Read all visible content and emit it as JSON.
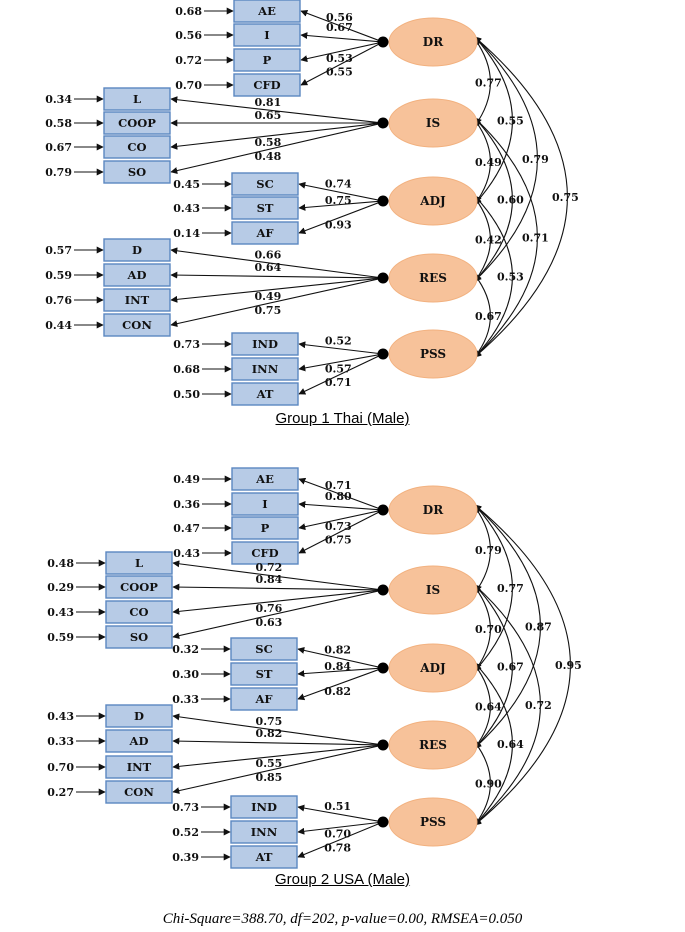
{
  "groups": [
    {
      "title": "Group 1 Thai (Male)",
      "factors": [
        {
          "name": "DR",
          "indicators": [
            {
              "name": "AE",
              "err": "0.68",
              "load": "0.56"
            },
            {
              "name": "I",
              "err": "0.56",
              "load": "0.67"
            },
            {
              "name": "P",
              "err": "0.72",
              "load": "0.53"
            },
            {
              "name": "CFD",
              "err": "0.70",
              "load": "0.55"
            }
          ]
        },
        {
          "name": "IS",
          "indicators": [
            {
              "name": "L",
              "err": "0.34",
              "load": "0.81"
            },
            {
              "name": "COOP",
              "err": "0.58",
              "load": "0.65"
            },
            {
              "name": "CO",
              "err": "0.67",
              "load": "0.58"
            },
            {
              "name": "SO",
              "err": "0.79",
              "load": "0.48"
            }
          ]
        },
        {
          "name": "ADJ",
          "indicators": [
            {
              "name": "SC",
              "err": "0.45",
              "load": "0.74"
            },
            {
              "name": "ST",
              "err": "0.43",
              "load": "0.75"
            },
            {
              "name": "AF",
              "err": "0.14",
              "load": "0.93"
            }
          ]
        },
        {
          "name": "RES",
          "indicators": [
            {
              "name": "D",
              "err": "0.57",
              "load": "0.66"
            },
            {
              "name": "AD",
              "err": "0.59",
              "load": "0.64"
            },
            {
              "name": "INT",
              "err": "0.76",
              "load": "0.49"
            },
            {
              "name": "CON",
              "err": "0.44",
              "load": "0.75"
            }
          ]
        },
        {
          "name": "PSS",
          "indicators": [
            {
              "name": "IND",
              "err": "0.73",
              "load": "0.52"
            },
            {
              "name": "INN",
              "err": "0.68",
              "load": "0.57"
            },
            {
              "name": "AT",
              "err": "0.50",
              "load": "0.71"
            }
          ]
        }
      ],
      "correlations": [
        {
          "from": "DR",
          "to": "IS",
          "value": "0.77"
        },
        {
          "from": "IS",
          "to": "ADJ",
          "value": "0.49"
        },
        {
          "from": "ADJ",
          "to": "RES",
          "value": "0.42"
        },
        {
          "from": "RES",
          "to": "PSS",
          "value": "0.67"
        },
        {
          "from": "DR",
          "to": "ADJ",
          "value": "0.55"
        },
        {
          "from": "IS",
          "to": "RES",
          "value": "0.60"
        },
        {
          "from": "ADJ",
          "to": "PSS",
          "value": "0.53"
        },
        {
          "from": "DR",
          "to": "RES",
          "value": "0.79"
        },
        {
          "from": "IS",
          "to": "PSS",
          "value": "0.71"
        },
        {
          "from": "DR",
          "to": "PSS",
          "value": "0.75"
        }
      ]
    },
    {
      "title": "Group 2 USA (Male)",
      "factors": [
        {
          "name": "DR",
          "indicators": [
            {
              "name": "AE",
              "err": "0.49",
              "load": "0.71"
            },
            {
              "name": "I",
              "err": "0.36",
              "load": "0.80"
            },
            {
              "name": "P",
              "err": "0.47",
              "load": "0.73"
            },
            {
              "name": "CFD",
              "err": "0.43",
              "load": "0.75"
            }
          ]
        },
        {
          "name": "IS",
          "indicators": [
            {
              "name": "L",
              "err": "0.48",
              "load": "0.72"
            },
            {
              "name": "COOP",
              "err": "0.29",
              "load": "0.84"
            },
            {
              "name": "CO",
              "err": "0.43",
              "load": "0.76"
            },
            {
              "name": "SO",
              "err": "0.59",
              "load": "0.63"
            }
          ]
        },
        {
          "name": "ADJ",
          "indicators": [
            {
              "name": "SC",
              "err": "0.32",
              "load": "0.82"
            },
            {
              "name": "ST",
              "err": "0.30",
              "load": "0.84"
            },
            {
              "name": "AF",
              "err": "0.33",
              "load": "0.82"
            }
          ]
        },
        {
          "name": "RES",
          "indicators": [
            {
              "name": "D",
              "err": "0.43",
              "load": "0.75"
            },
            {
              "name": "AD",
              "err": "0.33",
              "load": "0.82"
            },
            {
              "name": "INT",
              "err": "0.70",
              "load": "0.55"
            },
            {
              "name": "CON",
              "err": "0.27",
              "load": "0.85"
            }
          ]
        },
        {
          "name": "PSS",
          "indicators": [
            {
              "name": "IND",
              "err": "0.73",
              "load": "0.51"
            },
            {
              "name": "INN",
              "err": "0.52",
              "load": "0.70"
            },
            {
              "name": "AT",
              "err": "0.39",
              "load": "0.78"
            }
          ]
        }
      ],
      "correlations": [
        {
          "from": "DR",
          "to": "IS",
          "value": "0.79"
        },
        {
          "from": "IS",
          "to": "ADJ",
          "value": "0.70"
        },
        {
          "from": "ADJ",
          "to": "RES",
          "value": "0.64"
        },
        {
          "from": "RES",
          "to": "PSS",
          "value": "0.90"
        },
        {
          "from": "DR",
          "to": "ADJ",
          "value": "0.77"
        },
        {
          "from": "IS",
          "to": "RES",
          "value": "0.67"
        },
        {
          "from": "ADJ",
          "to": "PSS",
          "value": "0.64"
        },
        {
          "from": "DR",
          "to": "RES",
          "value": "0.87"
        },
        {
          "from": "IS",
          "to": "PSS",
          "value": "0.72"
        },
        {
          "from": "DR",
          "to": "PSS",
          "value": "0.95"
        }
      ]
    }
  ],
  "footer": "Chi-Square=388.70, df=202, p-value=0.00, RMSEA=0.050",
  "colors": {
    "indicator_fill": "#b7cbe6",
    "indicator_border": "#5b87c0",
    "factor_fill": "#f7c29a"
  }
}
